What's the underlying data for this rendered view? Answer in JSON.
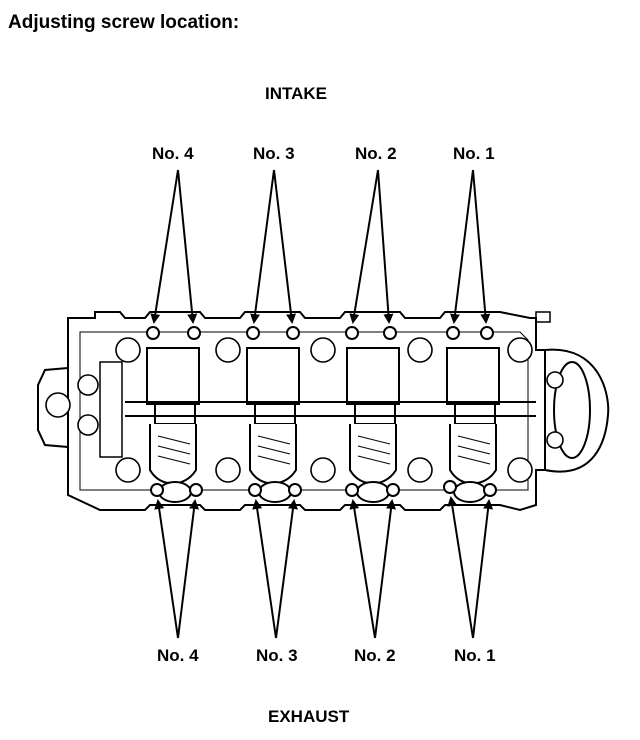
{
  "title": "Adjusting screw location:",
  "intake_heading": "INTAKE",
  "exhaust_heading": "EXHAUST",
  "intake_labels": [
    "No. 4",
    "No. 3",
    "No. 2",
    "No. 1"
  ],
  "exhaust_labels": [
    "No. 4",
    "No. 3",
    "No. 2",
    "No. 1"
  ]
}
